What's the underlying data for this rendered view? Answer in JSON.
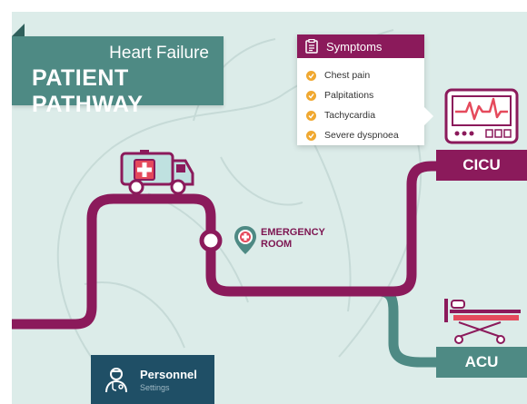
{
  "title": {
    "subtitle": "Heart Failure",
    "main": "PATIENT PATHWAY"
  },
  "symptoms": {
    "header": "Symptoms",
    "items": [
      "Chest pain",
      "Palpitations",
      "Tachycardia",
      "Severe dyspnoea"
    ]
  },
  "emergency_room": {
    "line1": "EMERGENCY",
    "line2": "ROOM"
  },
  "stations": {
    "cicu": "CICU",
    "acu": "ACU"
  },
  "personnel": {
    "title": "Personnel",
    "subtitle": "Settings"
  },
  "colors": {
    "path_primary": "#8b1a5b",
    "path_secondary": "#4e8a84",
    "background": "#dcece9",
    "check": "#f0a830",
    "personnel_bg": "#1f4f66"
  }
}
